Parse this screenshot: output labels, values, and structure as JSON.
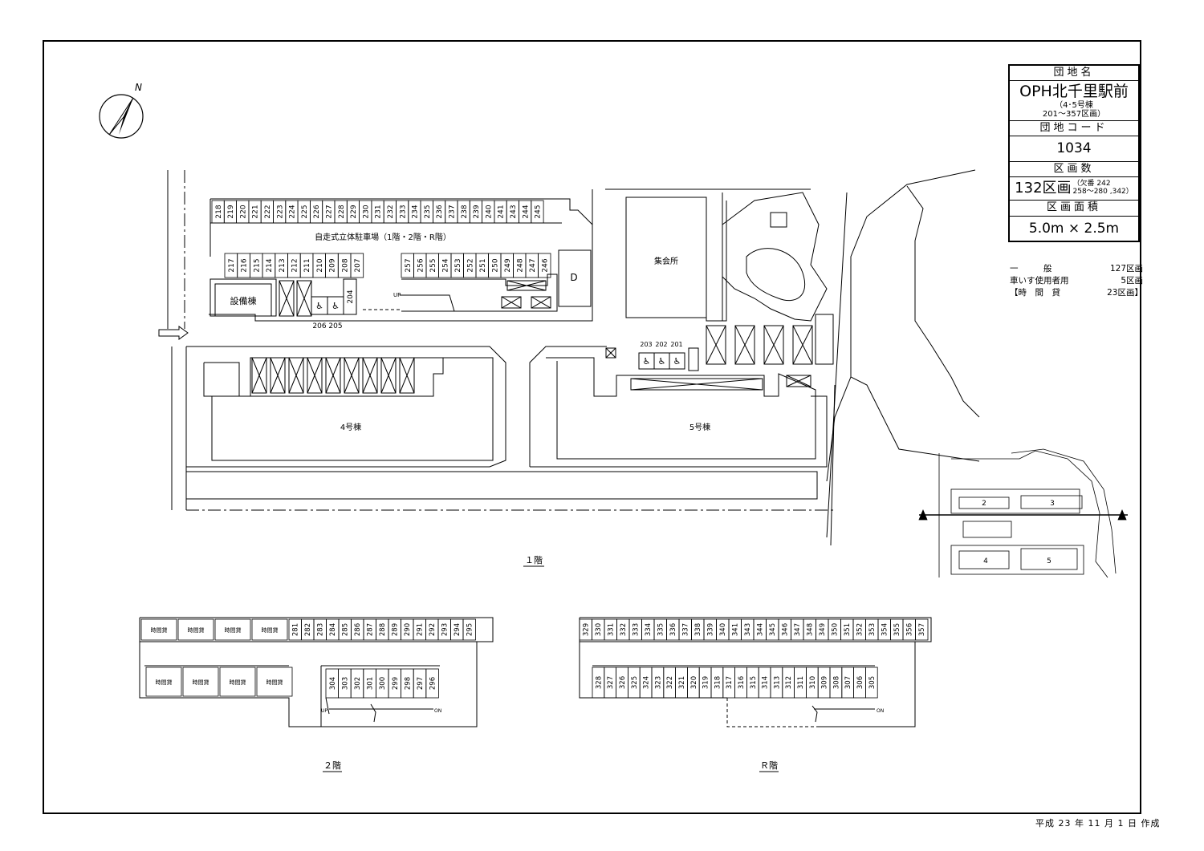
{
  "compass": {
    "label": "N"
  },
  "info": {
    "name_header": "団地名",
    "name": "OPH北千里駅前",
    "name_sub_line1": "4･5号棟",
    "name_sub_line2": "201～357区画",
    "code_header": "団地コード",
    "code": "1034",
    "count_header": "区画数",
    "count": "132区画",
    "count_note_line1": "欠番 242",
    "count_note_line2": "258～280 ,342",
    "area_header": "区画面積",
    "area": "5.0m × 2.5m"
  },
  "breakdown": [
    {
      "label": "一　　　般",
      "value": "127区画"
    },
    {
      "label": "車いす使用者用",
      "value": "5区画"
    },
    {
      "label": "【時　間　貸",
      "value": "23区画】"
    }
  ],
  "labels": {
    "garage": "自走式立体駐車場（1階・2階・R階）",
    "equipment": "設備棟",
    "assembly_hall": "集会所",
    "block4": "4号棟",
    "block5": "5号棟",
    "d_block": "D",
    "up": "UP",
    "on": "ON",
    "floor1": "１階",
    "floor2": "２階",
    "floorR": "Ｒ階",
    "hourly": "時間貸"
  },
  "spaces": {
    "f1_top_row": [
      "218",
      "219",
      "220",
      "221",
      "222",
      "223",
      "224",
      "225",
      "226",
      "227",
      "228",
      "229",
      "230",
      "231",
      "232",
      "233",
      "234",
      "235",
      "236",
      "237",
      "238",
      "239",
      "240",
      "241",
      "243",
      "244",
      "245"
    ],
    "f1_mid_left": [
      "217",
      "216",
      "215",
      "214",
      "213",
      "212",
      "211",
      "210",
      "209",
      "208",
      "207"
    ],
    "f1_mid_right": [
      "257",
      "256",
      "255",
      "254",
      "253",
      "252",
      "251",
      "250",
      "249",
      "248",
      "247",
      "246"
    ],
    "f1_accessible_row1": [
      "206",
      "205"
    ],
    "f1_accessible_row1_side": "204",
    "f1_accessible_row2": [
      "203",
      "202",
      "201"
    ],
    "f2_top": [
      "281",
      "282",
      "283",
      "284",
      "285",
      "286",
      "287",
      "288",
      "289",
      "290",
      "291",
      "292",
      "293",
      "294",
      "295"
    ],
    "f2_bottom": [
      "304",
      "303",
      "302",
      "301",
      "300",
      "299",
      "298",
      "297",
      "296"
    ],
    "fR_top": [
      "329",
      "330",
      "331",
      "332",
      "333",
      "334",
      "335",
      "336",
      "337",
      "338",
      "339",
      "340",
      "341",
      "343",
      "344",
      "345",
      "346",
      "347",
      "348",
      "349",
      "350",
      "351",
      "352",
      "353",
      "354",
      "355",
      "356",
      "357"
    ],
    "fR_bottom": [
      "328",
      "327",
      "326",
      "325",
      "324",
      "323",
      "322",
      "321",
      "320",
      "319",
      "318",
      "317",
      "316",
      "315",
      "314",
      "313",
      "312",
      "311",
      "310",
      "309",
      "308",
      "307",
      "306",
      "305"
    ]
  },
  "keymap": {
    "buildings": [
      "2",
      "3",
      "4",
      "5"
    ]
  },
  "date": "平成 23 年 11 月 1 日 作成"
}
